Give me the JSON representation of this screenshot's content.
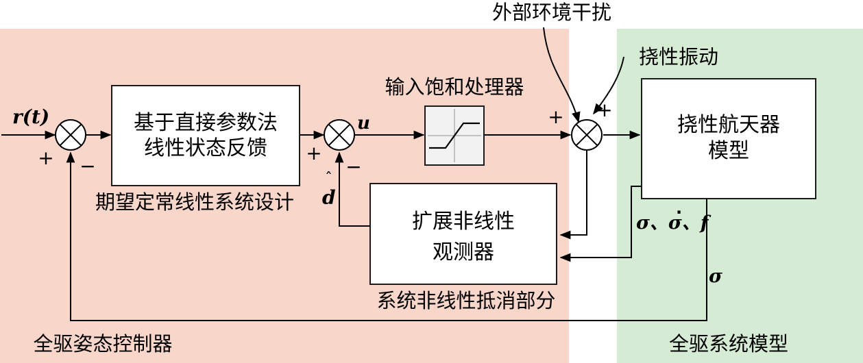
{
  "colors": {
    "controller_region": "#f9d6ca",
    "plant_region": "#d6ebd4",
    "line": "#000000"
  },
  "regions": {
    "controller": "全驱姿态控制器",
    "plant": "全驱系统模型"
  },
  "blocks": {
    "linear_feedback": [
      "基于直接参数法",
      "线性状态反馈"
    ],
    "linear_feedback_caption": "期望定常线性系统设计",
    "saturation_caption": "输入饱和处理器",
    "eso": [
      "扩展非线性",
      "观测器"
    ],
    "eso_caption": "系统非线性抵消部分",
    "spacecraft": [
      "挠性航天器",
      "模型"
    ]
  },
  "disturbances": {
    "external": "外部环境干扰",
    "flexible": "挠性振动"
  },
  "signals": {
    "reference": "r(t)",
    "control": "u",
    "d_hat": "d",
    "states": "σ、σ、f",
    "sigma": "σ"
  },
  "signs": {
    "sum1_in": "+",
    "sum1_fb": "−",
    "sum2_in": "+",
    "sum2_fb": "−",
    "sum3_in": "+",
    "sum3_dist": "+"
  }
}
